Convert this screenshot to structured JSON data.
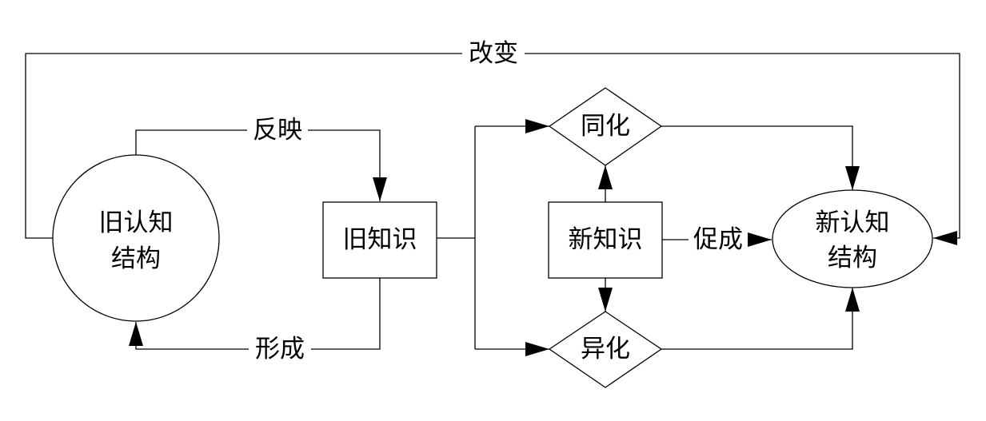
{
  "diagram": {
    "top_loop_label": "改变",
    "old_structure": {
      "line1": "旧认知",
      "line2": "结构"
    },
    "reflect_label": "反映",
    "form_label": "形成",
    "old_knowledge": "旧知识",
    "new_knowledge": "新知识",
    "assimilation": "同化",
    "accommodation": "异化",
    "promote_label": "促成",
    "new_structure": {
      "line1": "新认知",
      "line2": "结构"
    }
  },
  "colors": {
    "stroke": "#000000",
    "background": "#ffffff"
  }
}
